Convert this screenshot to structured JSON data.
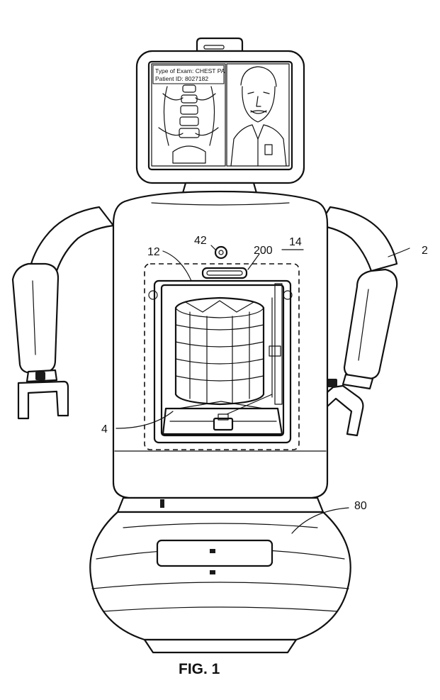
{
  "figure": {
    "caption": "FIG. 1",
    "reference_numerals": {
      "robot": "2",
      "drawer_unit": "4",
      "handle": "12",
      "body": "14",
      "sensor": "42",
      "base": "80",
      "panel": "200"
    },
    "screen": {
      "line1": "Type of Exam: CHEST PA",
      "line2": "Patient ID: 8027182"
    }
  }
}
